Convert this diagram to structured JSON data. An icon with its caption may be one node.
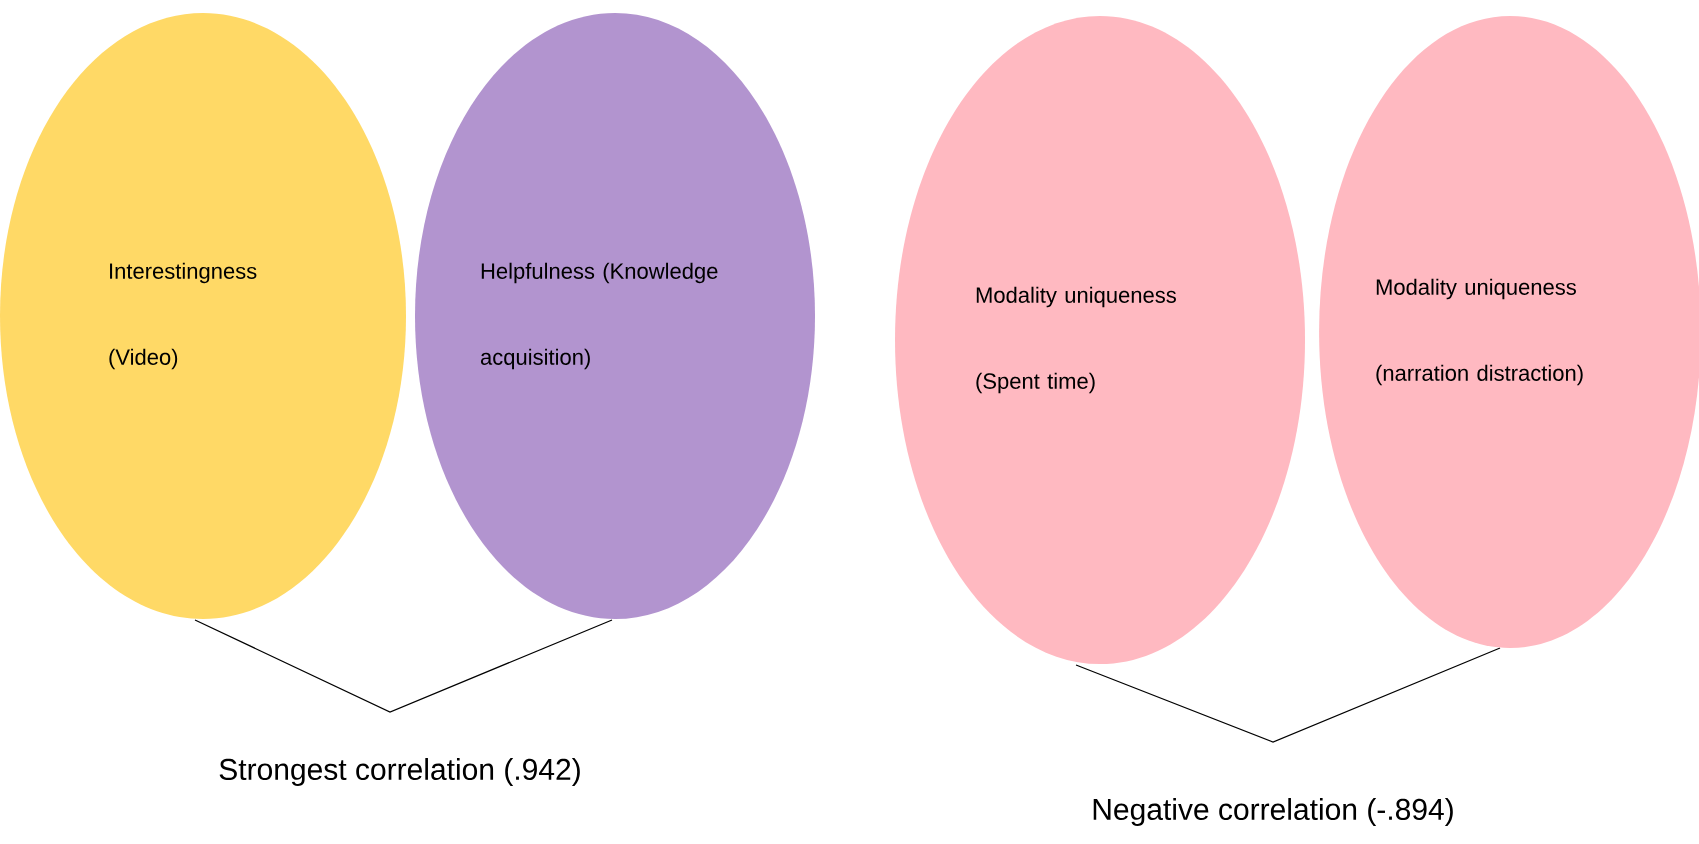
{
  "diagram": {
    "nodes": [
      {
        "text": [
          "Interestingness (Video)"
        ]
      },
      {
        "text": [
          "Helpfulness (Knowledge acquisition)"
        ]
      },
      {
        "text": [
          "Modality uniqueness (Spent time)"
        ]
      },
      {
        "text": [
          "Modality uniqueness (narration distraction)"
        ]
      }
    ],
    "labels": [
      "Strongest correlation (.942)",
      "Negative correlation (-.894)"
    ]
  }
}
